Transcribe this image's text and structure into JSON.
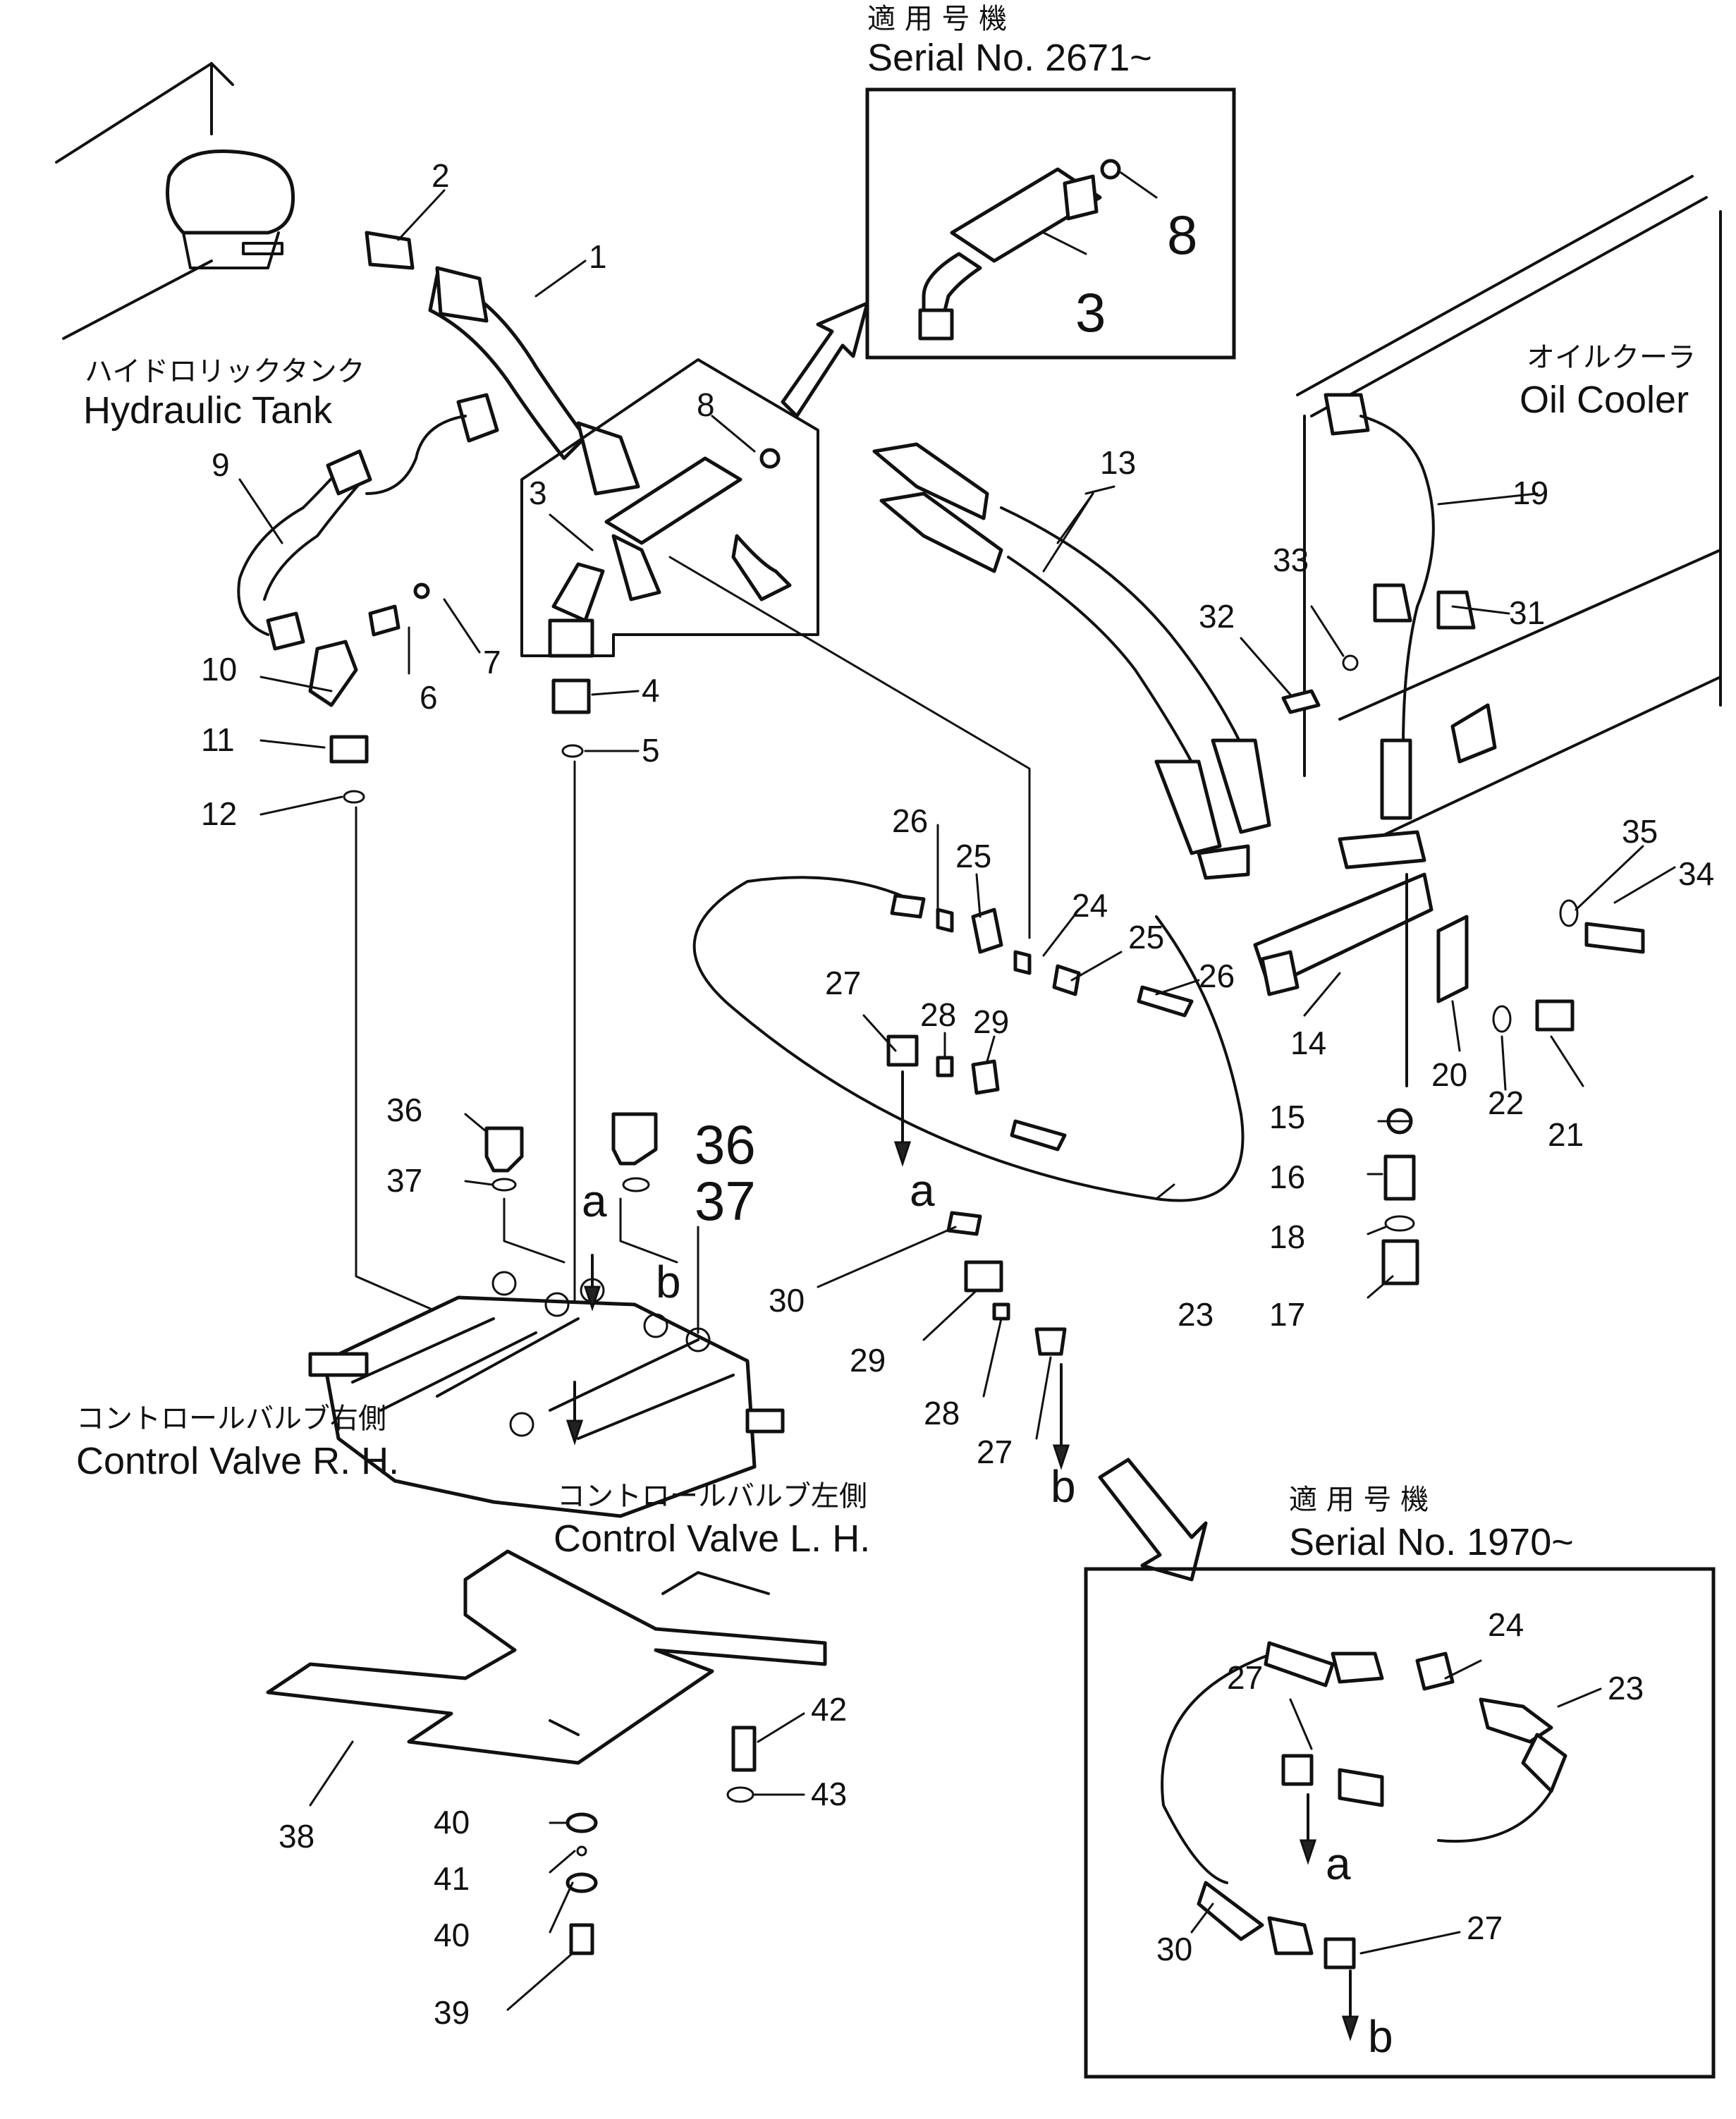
{
  "inset_top": {
    "title_jp": "適 用 号 機",
    "title": "Serial No. 2671~",
    "callouts": [
      "8",
      "3"
    ]
  },
  "inset_bottom": {
    "title_jp": "適 用 号 機",
    "title": "Serial No. 1970~",
    "callouts": [
      "24",
      "27",
      "23",
      "a",
      "30",
      "27",
      "b"
    ]
  },
  "labels": {
    "hydraulic_tank_jp": "ハイドロリックタンク",
    "hydraulic_tank": "Hydraulic Tank",
    "oil_cooler_jp": "オイルクーラ",
    "oil_cooler": "Oil Cooler",
    "control_valve_rh_jp": "コントロールバルブ右側",
    "control_valve_rh": "Control Valve R. H.",
    "control_valve_lh_jp": "コントロールバルブ左側",
    "control_valve_lh": "Control Valve L. H."
  },
  "callouts": [
    "1",
    "2",
    "3",
    "4",
    "5",
    "6",
    "7",
    "8",
    "9",
    "10",
    "11",
    "12",
    "13",
    "14",
    "15",
    "16",
    "17",
    "18",
    "19",
    "20",
    "21",
    "22",
    "23",
    "24",
    "25",
    "25",
    "26",
    "26",
    "27",
    "27",
    "28",
    "28",
    "29",
    "29",
    "30",
    "31",
    "32",
    "33",
    "34",
    "35",
    "36",
    "36",
    "37",
    "37",
    "38",
    "39",
    "40",
    "40",
    "41",
    "42",
    "43"
  ],
  "refs": [
    "a",
    "b",
    "a",
    "b"
  ]
}
